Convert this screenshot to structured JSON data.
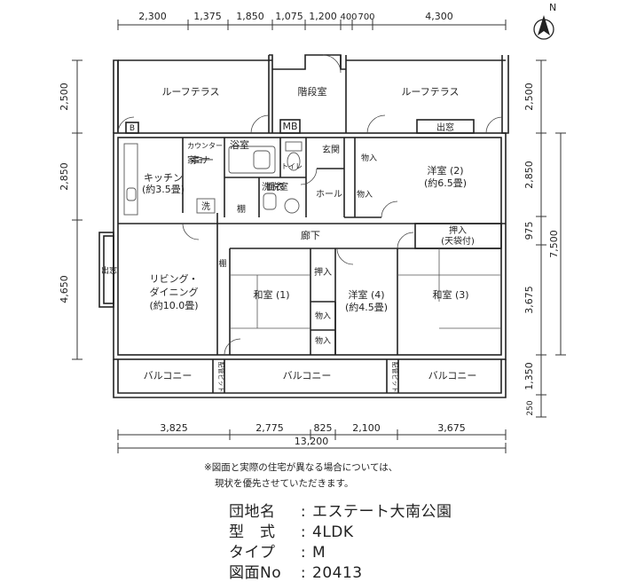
{
  "dims_top": [
    "2,300",
    "1,375",
    "1,850",
    "1,075",
    "1,200",
    "400",
    "700",
    "4,300"
  ],
  "dims_bottom": [
    "3,825",
    "2,775",
    "825",
    "2,100",
    "3,675"
  ],
  "dim_total": "13,200",
  "dims_left": [
    "2,500",
    "2,850",
    "4,650"
  ],
  "dims_right_inner": [
    "2,500",
    "2,850",
    "975",
    "3,675",
    "1,350",
    "250"
  ],
  "dim_right_total": "7,500",
  "north": "N",
  "rooms": {
    "roof_terrace_left": "ルーフテラス",
    "stair_hall": "階段室",
    "roof_terrace_right": "ルーフテラス",
    "mb": "MB",
    "b_mark": "B",
    "bay_window_top": "出窓",
    "counter": "カウンター",
    "bath": "浴室",
    "entrance": "玄関",
    "toilet": "トイレ",
    "housework_corner": "家事コーナー",
    "kitchen": "キッチン",
    "kitchen_size": "(約3.5畳)",
    "wash": "洗",
    "shelf_1": "棚",
    "changing_room": "洗面脱衣室",
    "hall": "ホール",
    "storage_1": "物入",
    "storage_2": "物入",
    "western_2": "洋室 (2)",
    "western_2_size": "(約6.5畳)",
    "corridor": "廊下",
    "closet_ceiling": "押入",
    "closet_ceiling_sub": "(天袋付)",
    "bay_window_left": "出窓",
    "living": "リビング・",
    "dining": "ダイニング",
    "living_size": "(約10.0畳)",
    "shelf_2": "棚",
    "japanese_1": "和室 (1)",
    "closet_1": "押入",
    "western_4": "洋室 (4)",
    "western_4_size": "(約4.5畳)",
    "storage_3": "物入",
    "storage_4": "物入",
    "japanese_3": "和室 (3)",
    "balcony_left": "バルコニー",
    "balcony_mid": "バルコニー",
    "balcony_right": "バルコニー",
    "pipe_left": "配管ピット",
    "pipe_right": "配管ピット"
  },
  "note": {
    "line1": "※図面と実際の住宅が異なる場合については、",
    "line2": "現状を優先させていただきます。"
  },
  "info": {
    "complex_label": "団地名",
    "complex_value": "エステート大南公園",
    "type_label": "型　式",
    "type_value": "4LDK",
    "kind_label": "タイプ",
    "kind_value": "M",
    "drawing_label": "図面No",
    "drawing_value": "20413",
    "separator": ":"
  }
}
